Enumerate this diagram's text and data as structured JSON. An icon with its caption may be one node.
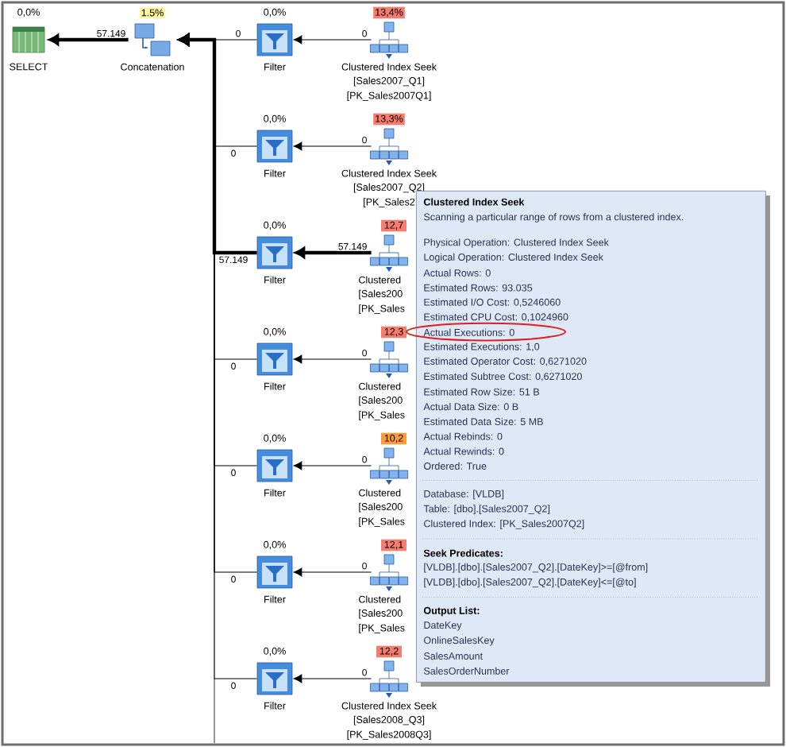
{
  "diagram": {
    "nodes": [
      {
        "text": [
          "0,0%",
          "SELECT"
        ]
      },
      {
        "text": [
          "1.5%",
          "Concatenation"
        ]
      },
      {
        "text": [
          "0,0%",
          "Filter"
        ]
      },
      {
        "text": [
          "13,4%",
          "Clustered Index Seek",
          "[Sales2007_Q1]",
          "[PK_Sales2007Q1]"
        ]
      },
      {
        "text": [
          "0,0%",
          "Filter"
        ]
      },
      {
        "text": [
          "13,3%",
          "Clustered Index Seek",
          "[Sales2007_Q2]",
          "[PK_Sales2"
        ]
      },
      {
        "text": [
          "0,0%",
          "Filter"
        ]
      },
      {
        "text": [
          "12,7",
          "Clustered",
          "[Sales200",
          "[PK_Sales"
        ]
      },
      {
        "text": [
          "0,0%",
          "Filter"
        ]
      },
      {
        "text": [
          "12,3",
          "Clustered",
          "[Sales200",
          "[PK_Sales"
        ]
      },
      {
        "text": [
          "0,0%",
          "Filter"
        ]
      },
      {
        "text": [
          "10,2",
          "Clustered",
          "[Sales200",
          "[PK_Sales"
        ]
      },
      {
        "text": [
          "0,0%",
          "Filter"
        ]
      },
      {
        "text": [
          "12,1",
          "Clustered",
          "[Sales200",
          "[PK_Sales"
        ]
      },
      {
        "text": [
          "0,0%",
          "Filter"
        ]
      },
      {
        "text": [
          "12,2",
          "Clustered Index Seek",
          "[Sales2008_Q3]",
          "[PK_Sales2008Q3]"
        ]
      },
      {
        "text": [
          "Clustered Index Seek",
          "Scanning a particular range of rows from a clustered index.",
          "Physical Operation: Clustered Index Seek",
          "Logical Operation: Clustered Index Seek",
          "Actual Rows: 0",
          "Estimated Rows: 93.035",
          "Estimated I/O Cost: 0,5246060",
          "Estimated CPU Cost: 0,1024960",
          "Actual Executions: 0",
          "Estimated Executions: 1,0",
          "Estimated Operator Cost: 0,6271020",
          "Estimated Subtree Cost: 0,6271020",
          "Estimated Row Size: 51 B",
          "Actual Data Size: 0 B",
          "Estimated Data Size: 5 MB",
          "Actual Rebinds: 0",
          "Actual Rewinds: 0",
          "Ordered: True",
          "Database: [VLDB]",
          "Table: [dbo].[Sales2007_Q2]",
          "Clustered Index: [PK_Sales2007Q2]",
          "Seek Predicates:",
          "[VLDB].[dbo].[Sales2007_Q2].[DateKey]>=[@from]",
          "[VLDB].[dbo].[Sales2007_Q2].[DateKey]<=[@to]",
          "Output List:",
          "DateKey",
          "OnlineSalesKey",
          "SalesAmount",
          "SalesOrderNumber"
        ]
      }
    ],
    "edges": [
      {
        "from": 1,
        "to": 0,
        "arrow": "to",
        "label": "57.149",
        "style": "thick"
      },
      {
        "from": 2,
        "to": 1,
        "arrow": "to",
        "label": "0"
      },
      {
        "from": 3,
        "to": 2,
        "arrow": "to",
        "label": "0"
      },
      {
        "from": 4,
        "to": 1,
        "arrow": "to",
        "label": "0"
      },
      {
        "from": 5,
        "to": 4,
        "arrow": "to",
        "label": "0"
      },
      {
        "from": 6,
        "to": 1,
        "arrow": "to",
        "label": "57.149",
        "style": "thick"
      },
      {
        "from": 7,
        "to": 6,
        "arrow": "to",
        "label": "57.149",
        "style": "thick"
      },
      {
        "from": 8,
        "to": 1,
        "arrow": "to",
        "label": "0"
      },
      {
        "from": 9,
        "to": 8,
        "arrow": "to",
        "label": "0"
      },
      {
        "from": 10,
        "to": 1,
        "arrow": "to",
        "label": "0"
      },
      {
        "from": 11,
        "to": 10,
        "arrow": "to",
        "label": "0"
      },
      {
        "from": 12,
        "to": 1,
        "arrow": "to",
        "label": "0"
      },
      {
        "from": 13,
        "to": 12,
        "arrow": "to",
        "label": "0"
      },
      {
        "from": 14,
        "to": 1,
        "arrow": "to",
        "label": "0"
      },
      {
        "from": 15,
        "to": 14,
        "arrow": "to",
        "label": "0"
      }
    ]
  }
}
